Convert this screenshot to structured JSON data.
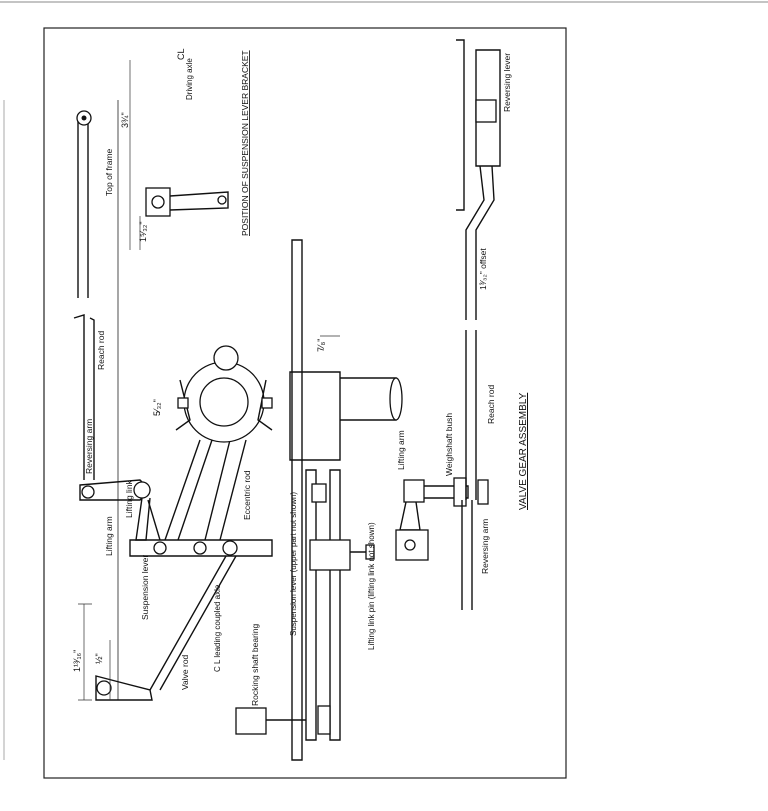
{
  "colors": {
    "ink": "#111111",
    "paper": "#ffffff"
  },
  "labels": {
    "cl_driving_axle_cl": "CL",
    "cl_driving_axle_text": "Driving axle",
    "position_bracket_title": "POSITION OF SUSPENSION LEVER BRACKET",
    "top_of_frame": "Top of frame",
    "dim_3_3_4": "3¾\"",
    "dim_1_5_32": "1⁵⁄₃₂\"",
    "reach_rod_left": "Reach rod",
    "reversing_arm_left": "Reversing arm",
    "lifting_link": "Lifting link",
    "lifting_arm_left": "Lifting arm",
    "suspension_lever_left": "Suspension lever",
    "eccentric_rod": "Eccentric rod",
    "dim_5_32": "5⁄₃₂\"",
    "dim_1_13_16": "1¹³⁄₁₆\"",
    "dim_1_2": "½\"",
    "cl_leading_coupled_axle": "C L leading coupled axle",
    "valve_rod": "Valve rod",
    "rocking_shaft_bearing": "Rocking shaft bearing",
    "dim_7_8": "7⁄₈\"",
    "suspension_lever_upper": "Suspension lever (upper part not shown)",
    "lifting_link_pin": "Lifting link pin (lifting link not shown)",
    "lifting_arm_mid": "Lifting arm",
    "weighshaft_bush": "Weighshaft bush",
    "reach_rod_right": "Reach rod",
    "reversing_arm_right": "Reversing arm",
    "reversing_lever": "Reversing lever",
    "dim_offset": "1³⁄₃₂\" offset",
    "valve_gear_assembly": "VALVE   GEAR   ASSEMBLY"
  }
}
